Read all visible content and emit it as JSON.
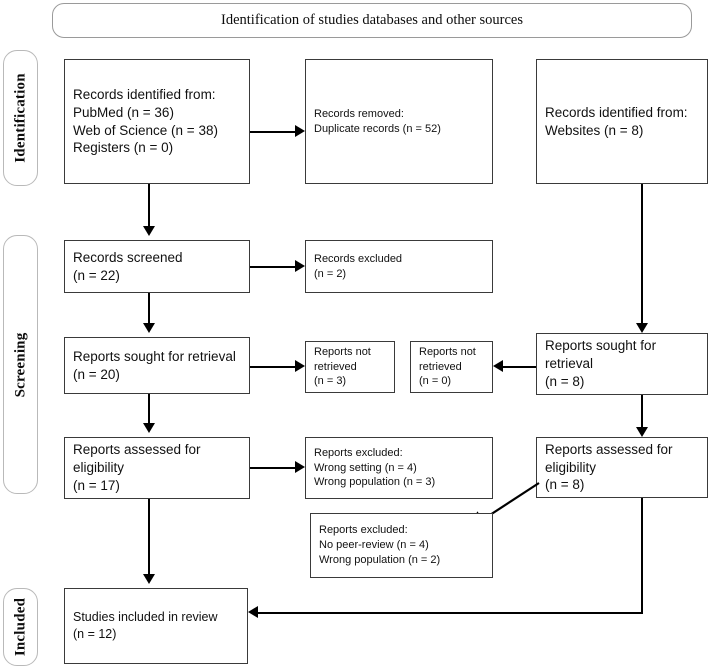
{
  "diagram": {
    "title": "Identification of studies databases and other sources",
    "phases": [
      {
        "key": "identification",
        "label": "Identification"
      },
      {
        "key": "screening",
        "label": "Screening"
      },
      {
        "key": "included",
        "label": "Included"
      }
    ],
    "boxes": {
      "records_identified_db": {
        "lines": [
          "Records identified from:",
          "PubMed (n = 36)",
          "Web of Science (n = 38)",
          "Registers (n = 0)"
        ]
      },
      "records_removed": {
        "lines": [
          "Records removed:",
          "Duplicate records (n = 52)"
        ]
      },
      "records_identified_web": {
        "lines": [
          "Records identified from:",
          "Websites (n = 8)"
        ]
      },
      "records_screened": {
        "lines": [
          "Records screened",
          "(n = 22)"
        ]
      },
      "records_excluded": {
        "lines": [
          "Records excluded",
          "(n = 2)"
        ]
      },
      "reports_sought_db": {
        "lines": [
          "Reports sought for retrieval",
          "(n = 20)"
        ]
      },
      "reports_not_retrieved_db": {
        "lines": [
          "Reports not",
          "retrieved",
          "(n = 3)"
        ]
      },
      "reports_not_retrieved_web": {
        "lines": [
          "Reports not",
          "retrieved",
          "(n = 0)"
        ]
      },
      "reports_sought_web": {
        "lines": [
          "Reports sought for",
          "retrieval",
          "(n = 8)"
        ]
      },
      "reports_assessed_db": {
        "lines": [
          "Reports assessed for",
          "eligibility",
          "(n = 17)"
        ]
      },
      "reports_excluded_db": {
        "lines": [
          "Reports excluded:",
          "Wrong setting (n = 4)",
          "Wrong population (n = 3)"
        ]
      },
      "reports_assessed_web": {
        "lines": [
          "Reports assessed for",
          "eligibility",
          "(n = 8)"
        ]
      },
      "reports_excluded_web": {
        "lines": [
          "Reports excluded:",
          "No peer-review (n = 4)",
          "Wrong population (n = 2)"
        ]
      },
      "studies_included": {
        "lines": [
          "Studies included in review",
          "(n = 12)"
        ]
      }
    },
    "colors": {
      "box_border": "#3a3a3a",
      "pill_border": "#b9b9b9",
      "connector": "#000000",
      "text": "#111111",
      "background": "#ffffff"
    }
  }
}
